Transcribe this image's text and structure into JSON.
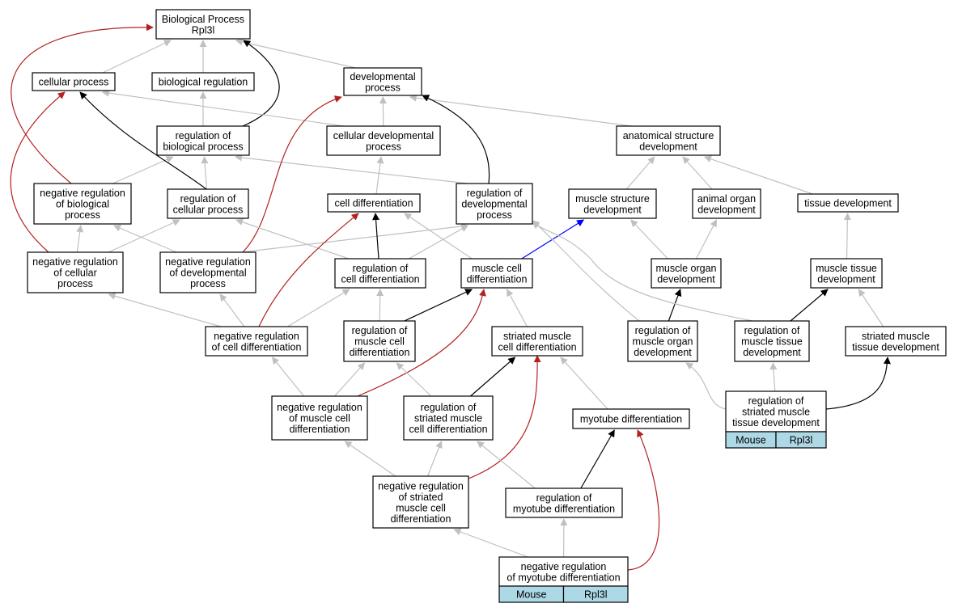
{
  "graph": {
    "colors": {
      "is_a": "#c0c0c0",
      "regulates": "#000000",
      "negatively_regulates": "#b22222",
      "positively_regulates": "#0000ff",
      "annotation_cell": "#add8e6"
    },
    "nodes": [
      {
        "id": "bp",
        "lines": [
          "Biological Process",
          "Rpl3l"
        ]
      },
      {
        "id": "cp",
        "lines": [
          "cellular process"
        ]
      },
      {
        "id": "breg",
        "lines": [
          "biological regulation"
        ]
      },
      {
        "id": "dp",
        "lines": [
          "developmental",
          "process"
        ]
      },
      {
        "id": "rbp",
        "lines": [
          "regulation of",
          "biological process"
        ]
      },
      {
        "id": "cdp",
        "lines": [
          "cellular developmental",
          "process"
        ]
      },
      {
        "id": "asd",
        "lines": [
          "anatomical structure",
          "development"
        ]
      },
      {
        "id": "nrbp",
        "lines": [
          "negative regulation",
          "of biological",
          "process"
        ]
      },
      {
        "id": "rcp",
        "lines": [
          "regulation of",
          "cellular process"
        ]
      },
      {
        "id": "cd",
        "lines": [
          "cell differentiation"
        ]
      },
      {
        "id": "rdp",
        "lines": [
          "regulation of",
          "developmental",
          "process"
        ]
      },
      {
        "id": "msd",
        "lines": [
          "muscle structure",
          "development"
        ]
      },
      {
        "id": "aod",
        "lines": [
          "animal organ",
          "development"
        ]
      },
      {
        "id": "td",
        "lines": [
          "tissue development"
        ]
      },
      {
        "id": "nrcp",
        "lines": [
          "negative regulation",
          "of cellular",
          "process"
        ]
      },
      {
        "id": "nrdp",
        "lines": [
          "negative regulation",
          "of developmental",
          "process"
        ]
      },
      {
        "id": "rcd",
        "lines": [
          "regulation of",
          "cell differentiation"
        ]
      },
      {
        "id": "mcd",
        "lines": [
          "muscle cell",
          "differentiation"
        ]
      },
      {
        "id": "mod",
        "lines": [
          "muscle organ",
          "development"
        ]
      },
      {
        "id": "mtd",
        "lines": [
          "muscle tissue",
          "development"
        ]
      },
      {
        "id": "nrcd",
        "lines": [
          "negative regulation",
          "of cell differentiation"
        ]
      },
      {
        "id": "rmcd",
        "lines": [
          "regulation of",
          "muscle cell",
          "differentiation"
        ]
      },
      {
        "id": "smcd",
        "lines": [
          "striated muscle",
          "cell differentiation"
        ]
      },
      {
        "id": "rmod",
        "lines": [
          "regulation of",
          "muscle organ",
          "development"
        ]
      },
      {
        "id": "rmtd",
        "lines": [
          "regulation of",
          "muscle tissue",
          "development"
        ]
      },
      {
        "id": "smtd",
        "lines": [
          "striated muscle",
          "tissue development"
        ]
      },
      {
        "id": "nrmcd",
        "lines": [
          "negative regulation",
          "of muscle cell",
          "differentiation"
        ]
      },
      {
        "id": "rsmcd",
        "lines": [
          "regulation of",
          "striated muscle",
          "cell differentiation"
        ]
      },
      {
        "id": "myd",
        "lines": [
          "myotube differentiation"
        ]
      },
      {
        "id": "rsmtd",
        "lines": [
          "regulation of",
          "striated muscle",
          "tissue development"
        ],
        "annotation": [
          "Mouse",
          "Rpl3l"
        ]
      },
      {
        "id": "nrsmcd",
        "lines": [
          "negative regulation",
          "of striated",
          "muscle cell",
          "differentiation"
        ]
      },
      {
        "id": "rmyd",
        "lines": [
          "regulation of",
          "myotube differentiation"
        ]
      },
      {
        "id": "nrmyd",
        "lines": [
          "negative regulation",
          "of myotube differentiation"
        ],
        "annotation": [
          "Mouse",
          "Rpl3l"
        ]
      }
    ],
    "edges": [
      {
        "from": "cp",
        "to": "bp",
        "type": "is_a"
      },
      {
        "from": "breg",
        "to": "bp",
        "type": "is_a"
      },
      {
        "from": "dp",
        "to": "bp",
        "type": "is_a"
      },
      {
        "from": "rbp",
        "to": "breg",
        "type": "is_a"
      },
      {
        "from": "rbp",
        "to": "bp",
        "type": "regulates"
      },
      {
        "from": "cdp",
        "to": "dp",
        "type": "is_a"
      },
      {
        "from": "cdp",
        "to": "cp",
        "type": "is_a"
      },
      {
        "from": "asd",
        "to": "dp",
        "type": "is_a"
      },
      {
        "from": "nrbp",
        "to": "rbp",
        "type": "is_a"
      },
      {
        "from": "nrbp",
        "to": "bp",
        "type": "negatively_regulates"
      },
      {
        "from": "rcp",
        "to": "rbp",
        "type": "is_a"
      },
      {
        "from": "rcp",
        "to": "cp",
        "type": "regulates"
      },
      {
        "from": "cd",
        "to": "cdp",
        "type": "is_a"
      },
      {
        "from": "rdp",
        "to": "rbp",
        "type": "is_a"
      },
      {
        "from": "rdp",
        "to": "dp",
        "type": "regulates"
      },
      {
        "from": "msd",
        "to": "asd",
        "type": "is_a"
      },
      {
        "from": "aod",
        "to": "asd",
        "type": "is_a"
      },
      {
        "from": "td",
        "to": "asd",
        "type": "is_a"
      },
      {
        "from": "nrcp",
        "to": "nrbp",
        "type": "is_a"
      },
      {
        "from": "nrcp",
        "to": "rcp",
        "type": "is_a"
      },
      {
        "from": "nrcp",
        "to": "cp",
        "type": "negatively_regulates"
      },
      {
        "from": "nrdp",
        "to": "nrbp",
        "type": "is_a"
      },
      {
        "from": "nrdp",
        "to": "rdp",
        "type": "is_a"
      },
      {
        "from": "nrdp",
        "to": "dp",
        "type": "negatively_regulates"
      },
      {
        "from": "rcd",
        "to": "rcp",
        "type": "is_a"
      },
      {
        "from": "rcd",
        "to": "rdp",
        "type": "is_a"
      },
      {
        "from": "rcd",
        "to": "cd",
        "type": "regulates"
      },
      {
        "from": "mcd",
        "to": "cd",
        "type": "is_a"
      },
      {
        "from": "mcd",
        "to": "msd",
        "type": "positively_regulates"
      },
      {
        "from": "mod",
        "to": "msd",
        "type": "is_a"
      },
      {
        "from": "mod",
        "to": "aod",
        "type": "is_a"
      },
      {
        "from": "mtd",
        "to": "td",
        "type": "is_a"
      },
      {
        "from": "nrcd",
        "to": "nrcp",
        "type": "is_a"
      },
      {
        "from": "nrcd",
        "to": "nrdp",
        "type": "is_a"
      },
      {
        "from": "nrcd",
        "to": "rcd",
        "type": "is_a"
      },
      {
        "from": "nrcd",
        "to": "cd",
        "type": "negatively_regulates"
      },
      {
        "from": "rmcd",
        "to": "rcd",
        "type": "is_a"
      },
      {
        "from": "rmcd",
        "to": "mcd",
        "type": "regulates"
      },
      {
        "from": "smcd",
        "to": "mcd",
        "type": "is_a"
      },
      {
        "from": "rmod",
        "to": "rdp",
        "type": "is_a"
      },
      {
        "from": "rmod",
        "to": "mod",
        "type": "regulates"
      },
      {
        "from": "rmtd",
        "to": "rdp",
        "type": "is_a"
      },
      {
        "from": "rmtd",
        "to": "mtd",
        "type": "regulates"
      },
      {
        "from": "smtd",
        "to": "mtd",
        "type": "is_a"
      },
      {
        "from": "nrmcd",
        "to": "nrcd",
        "type": "is_a"
      },
      {
        "from": "nrmcd",
        "to": "rmcd",
        "type": "is_a"
      },
      {
        "from": "nrmcd",
        "to": "mcd",
        "type": "negatively_regulates"
      },
      {
        "from": "rsmcd",
        "to": "rmcd",
        "type": "is_a"
      },
      {
        "from": "rsmcd",
        "to": "smcd",
        "type": "regulates"
      },
      {
        "from": "myd",
        "to": "smcd",
        "type": "is_a"
      },
      {
        "from": "rsmtd",
        "to": "rmod",
        "type": "is_a"
      },
      {
        "from": "rsmtd",
        "to": "rmtd",
        "type": "is_a"
      },
      {
        "from": "rsmtd",
        "to": "smtd",
        "type": "regulates"
      },
      {
        "from": "nrsmcd",
        "to": "nrmcd",
        "type": "is_a"
      },
      {
        "from": "nrsmcd",
        "to": "rsmcd",
        "type": "is_a"
      },
      {
        "from": "nrsmcd",
        "to": "smcd",
        "type": "negatively_regulates"
      },
      {
        "from": "rmyd",
        "to": "rsmcd",
        "type": "is_a"
      },
      {
        "from": "rmyd",
        "to": "myd",
        "type": "regulates"
      },
      {
        "from": "nrmyd",
        "to": "nrsmcd",
        "type": "is_a"
      },
      {
        "from": "nrmyd",
        "to": "rmyd",
        "type": "is_a"
      },
      {
        "from": "nrmyd",
        "to": "myd",
        "type": "negatively_regulates"
      }
    ]
  }
}
